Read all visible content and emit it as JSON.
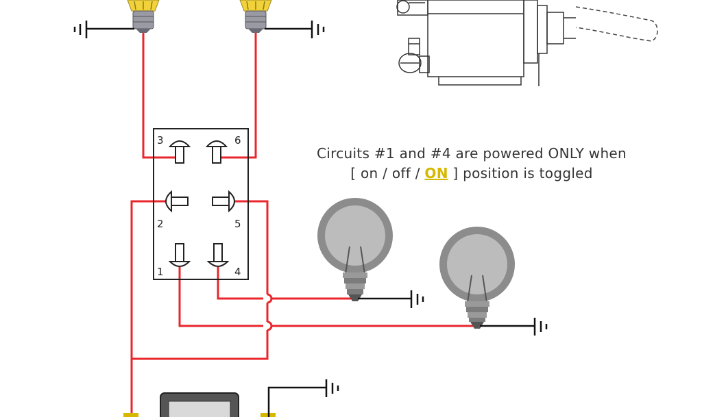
{
  "caption": {
    "line1": "Circuits #1 and #4 are powered ONLY when",
    "line2_open": "[  on / off / ",
    "line2_highlight": "ON",
    "line2_close": "  ]  position is toggled"
  },
  "pins": [
    "3",
    "6",
    "2",
    "5",
    "1",
    "4"
  ],
  "colors": {
    "wire": "#e8262b",
    "ground": "#111111",
    "bulb": "#8c8c8c",
    "indicator_bulb": "#f2d23a",
    "highlight": "#d6b800"
  }
}
